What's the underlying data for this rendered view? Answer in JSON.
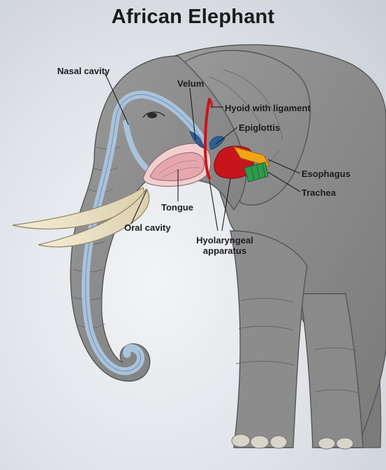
{
  "title": "African Elephant",
  "labels": {
    "nasal_cavity": "Nasal cavity",
    "velum": "Velum",
    "hyoid": "Hyoid with ligament",
    "epiglottis": "Epiglottis",
    "esophagus": "Esophagus",
    "trachea": "Trachea",
    "tongue": "Tongue",
    "oral_cavity": "Oral cavity",
    "hyolaryngeal_line1": "Hyolaryngeal",
    "hyolaryngeal_line2": "apparatus"
  },
  "colors": {
    "skin": "#8e8e8e",
    "skin_dark": "#6f6f6f",
    "nasal_passage": "#a9c3dc",
    "tusk": "#ece2c4",
    "tongue": "#e4a7ad",
    "hyolaryngeal": "#c8151c",
    "esophagus": "#f2a516",
    "trachea": "#2e9a4c",
    "velum": "#2f5e93"
  }
}
